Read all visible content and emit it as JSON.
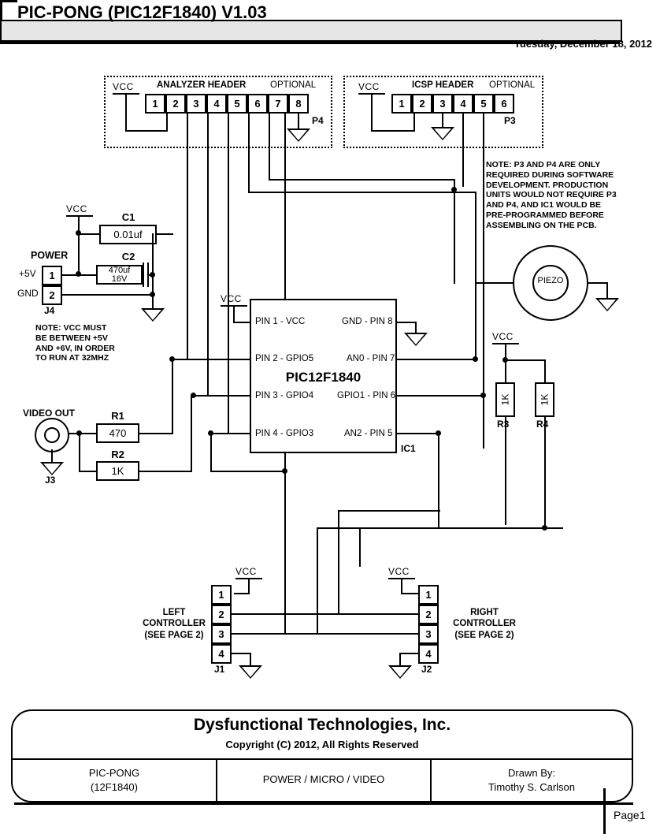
{
  "document": {
    "title": "PIC-PONG (PIC12F1840) V1.03",
    "date": "Tuesday, December 18, 2012",
    "page_label": "Page",
    "page_number": "1"
  },
  "analyzer_header": {
    "title": "ANALYZER HEADER",
    "optional_label": "OPTIONAL",
    "vcc_label": "VCC",
    "ref": "P4",
    "pins": [
      "1",
      "2",
      "3",
      "4",
      "5",
      "6",
      "7",
      "8"
    ]
  },
  "icsp_header": {
    "title": "ICSP HEADER",
    "optional_label": "OPTIONAL",
    "vcc_label": "VCC",
    "ref": "P3",
    "pins": [
      "1",
      "2",
      "3",
      "4",
      "5",
      "6"
    ]
  },
  "notes": {
    "p3p4": "NOTE: P3 AND P4 ARE ONLY\nREQUIRED DURING SOFTWARE\nDEVELOPMENT. PRODUCTION\nUNITS WOULD NOT REQUIRE P3\nAND P4, AND IC1 WOULD BE\nPRE-PROGRAMMED BEFORE\nASSEMBLING ON THE PCB.",
    "vcc": "NOTE: VCC MUST\nBE BETWEEN +5V\nAND +6V, IN ORDER\nTO RUN AT 32MHZ"
  },
  "power": {
    "title": "POWER",
    "ref": "J4",
    "vcc_label": "VCC",
    "pins": [
      {
        "number": "1",
        "label": "+5V"
      },
      {
        "number": "2",
        "label": "GND"
      }
    ]
  },
  "capacitors": [
    {
      "ref": "C1",
      "value": "0.01uf"
    },
    {
      "ref": "C2",
      "value": "470uf\n16V"
    }
  ],
  "resistors": [
    {
      "ref": "R1",
      "value": "470"
    },
    {
      "ref": "R2",
      "value": "1K"
    },
    {
      "ref": "R3",
      "value": "1K"
    },
    {
      "ref": "R4",
      "value": "1K"
    }
  ],
  "pullup_vcc_label": "VCC",
  "ic": {
    "ref": "IC1",
    "part": "PIC12F1840",
    "vcc_label": "VCC",
    "left_pins": [
      "PIN 1 - VCC",
      "PIN 2 - GPIO5",
      "PIN 3 - GPIO4",
      "PIN 4 - GPIO3"
    ],
    "right_pins": [
      "GND - PIN 8",
      "AN0 - PIN 7",
      "GPIO1 - PIN 6",
      "AN2 - PIN 5"
    ]
  },
  "piezo": {
    "label": "PIEZO"
  },
  "video_out": {
    "label": "VIDEO OUT",
    "ref": "J3"
  },
  "left_controller": {
    "name": "LEFT\nCONTROLLER\n(SEE PAGE 2)",
    "ref": "J1",
    "vcc_label": "VCC",
    "pins": [
      "1",
      "2",
      "3",
      "4"
    ]
  },
  "right_controller": {
    "name": "RIGHT\nCONTROLLER\n(SEE PAGE 2)",
    "ref": "J2",
    "vcc_label": "VCC",
    "pins": [
      "1",
      "2",
      "3",
      "4"
    ]
  },
  "title_block": {
    "company": "Dysfunctional Technologies, Inc.",
    "copyright": "Copyright (C) 2012, All Rights Reserved",
    "project": "PIC-PONG\n(12F1840)",
    "sheet": "POWER / MICRO / VIDEO",
    "drawn_by": "Drawn By:\nTimothy S. Carlson"
  }
}
